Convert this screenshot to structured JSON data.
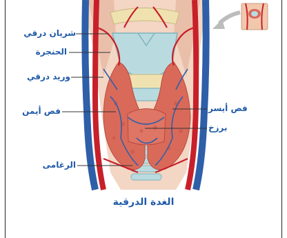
{
  "labels": {
    "superior_thyroid_artery": "شريان درقي",
    "larynx": "الحنجرة",
    "thyroid_vein": "وريد درقي",
    "right_lobe": "فص أيمن",
    "left_lobe": "فص أيسر",
    "isthmus": "برزخ",
    "trachea": "الرغامى"
  },
  "title": "الغدة الدرقية",
  "colors": {
    "label_text": "#1f5aa8",
    "artery": "#c8202a",
    "vein": "#2e5fa8",
    "thyroid": "#d96a5a",
    "cartilage": "#b9dbe0"
  },
  "icons": {
    "orientation": "neck-thumbnail-icon",
    "pointer": "curved-arrow-icon"
  }
}
